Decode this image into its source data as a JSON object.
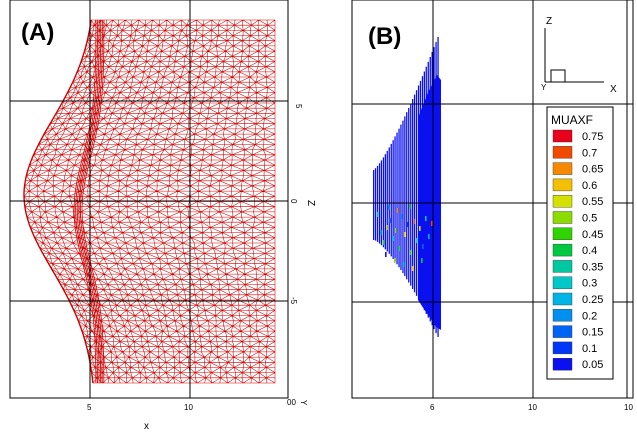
{
  "panelA": {
    "label": "(A)",
    "xticks": [
      "5",
      "10"
    ],
    "zticks": [
      "5",
      "0",
      "-5"
    ],
    "xaxis_title": "x",
    "zaxis_title": "Z",
    "corner_labels": [
      "00",
      "Y"
    ],
    "mesh_color": "#cc0000"
  },
  "panelB": {
    "label": "(B)",
    "xticks": [
      "6",
      "10",
      "10"
    ],
    "triad": {
      "z": "Z",
      "y": "Y",
      "x": "X"
    },
    "legend": {
      "title": "MUAXF",
      "levels": [
        "0.75",
        "0.7",
        "0.65",
        "0.6",
        "0.55",
        "0.5",
        "0.45",
        "0.4",
        "0.35",
        "0.3",
        "0.25",
        "0.2",
        "0.15",
        "0.1",
        "0.05"
      ],
      "colors": [
        "#e8001c",
        "#f04a00",
        "#f58a00",
        "#f2c000",
        "#d4e000",
        "#8cdc00",
        "#2fd400",
        "#00c840",
        "#00c8a0",
        "#00c8c8",
        "#00b4e6",
        "#0090f0",
        "#0064f5",
        "#0036f5",
        "#0a10f0"
      ]
    },
    "stripe_color": "#0a10f0"
  }
}
